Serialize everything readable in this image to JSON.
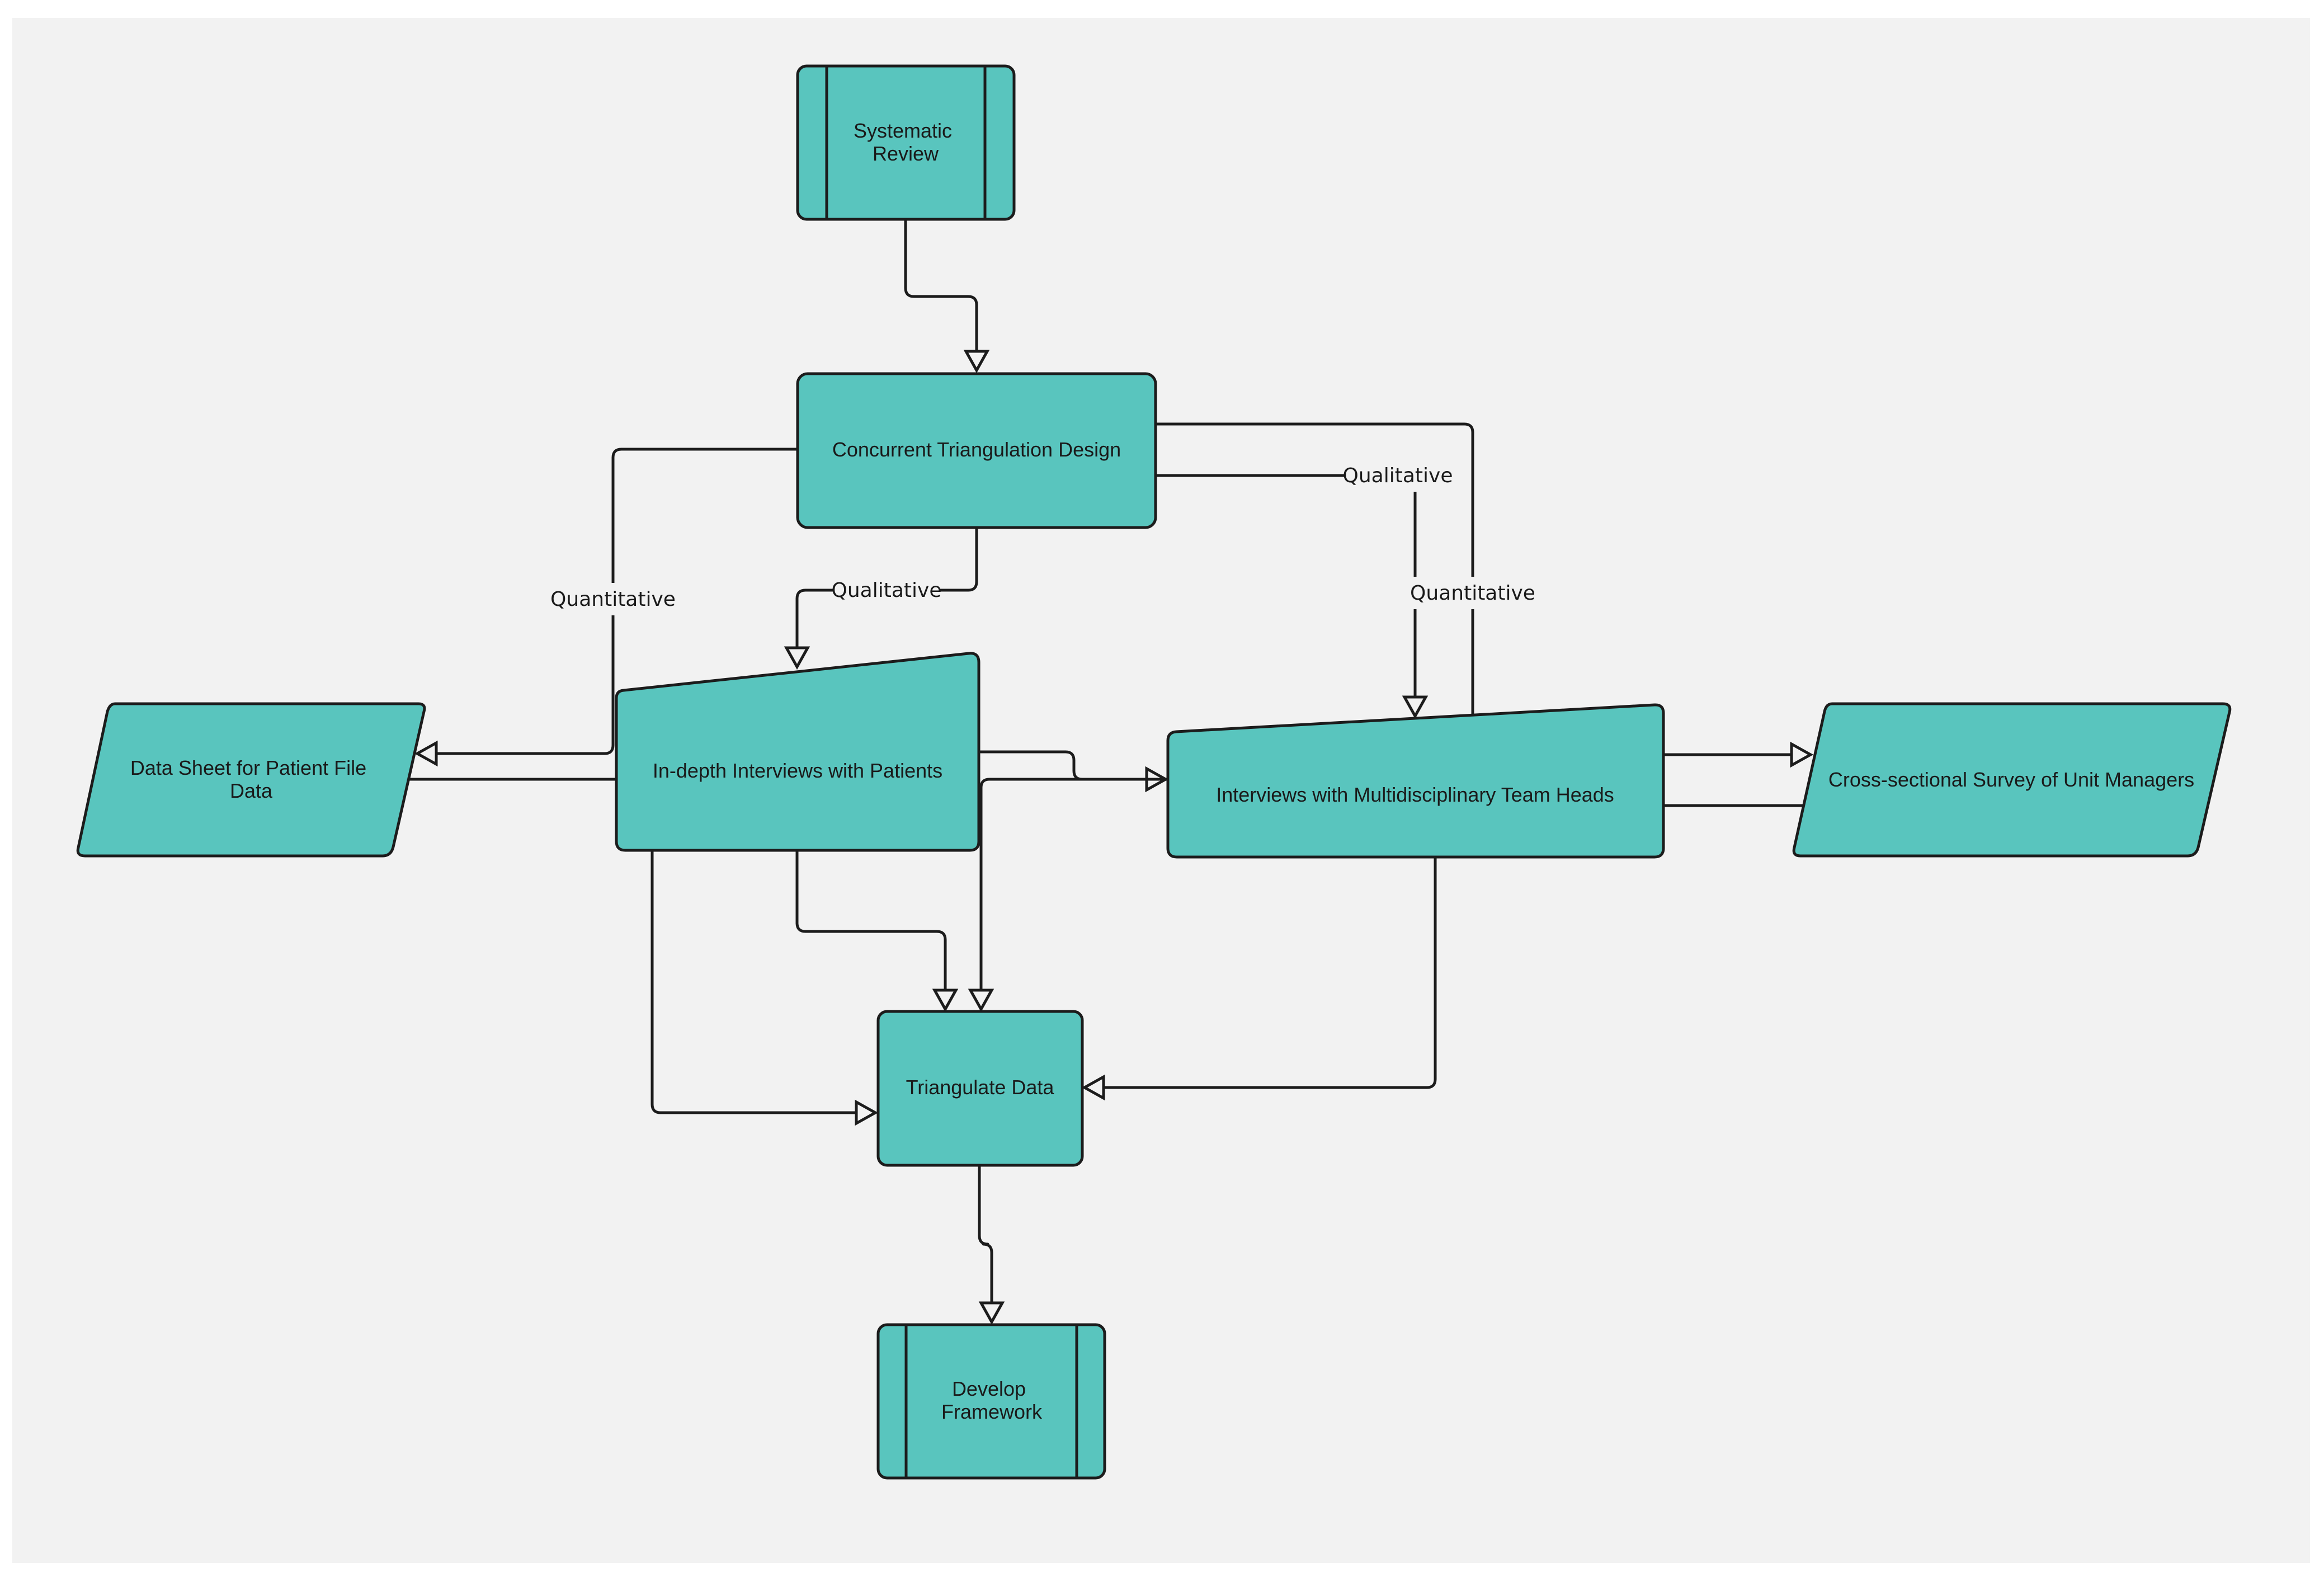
{
  "diagram": {
    "background": "#f2f2f2",
    "node_fill": "#59c5be",
    "stroke": "#1c1c1c",
    "nodes": {
      "systematic_review": {
        "lines": [
          "Systematic",
          "Review"
        ],
        "shape": "predefined-process"
      },
      "concurrent_triangulation": {
        "lines": [
          "Concurrent Triangulation Design"
        ],
        "shape": "rounded-rectangle"
      },
      "data_sheet": {
        "lines": [
          "Data Sheet for Patient File",
          "Data"
        ],
        "shape": "parallelogram"
      },
      "indepth_interviews": {
        "lines": [
          "In-depth Interviews with Patients"
        ],
        "shape": "manual-input"
      },
      "team_heads_interviews": {
        "lines": [
          "Interviews with Multidisciplinary Team Heads"
        ],
        "shape": "manual-input"
      },
      "survey_unit_managers": {
        "lines": [
          "Cross-sectional Survey of Unit Managers"
        ],
        "shape": "parallelogram"
      },
      "triangulate_data": {
        "lines": [
          "Triangulate Data"
        ],
        "shape": "rounded-rectangle"
      },
      "develop_framework": {
        "lines": [
          "Develop",
          "Framework"
        ],
        "shape": "predefined-process"
      }
    },
    "edge_labels": {
      "to_data_sheet": "Quantitative",
      "to_indepth": "Qualitative",
      "to_team_heads": "Qualitative",
      "to_survey": "Quantitative"
    }
  }
}
